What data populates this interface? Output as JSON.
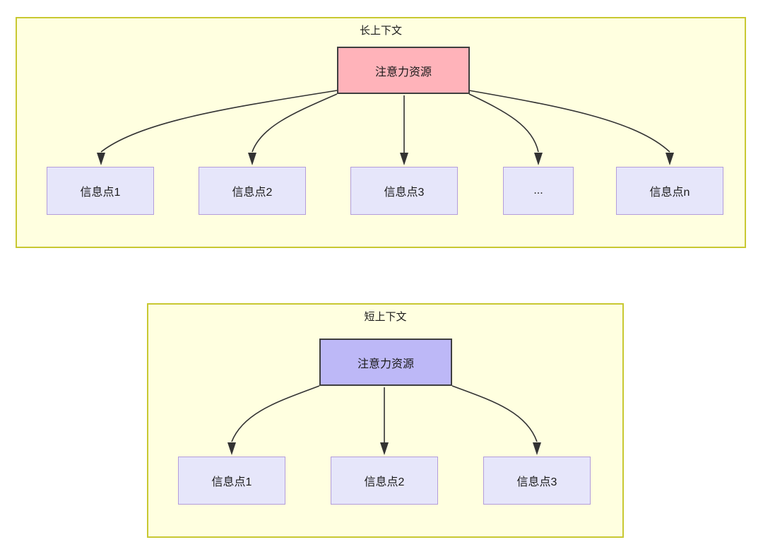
{
  "diagram": {
    "title": "",
    "colors": {
      "group_fill": "#FFFFE0",
      "group_border": "#C8C832",
      "root_long_fill": "#FFB3BA",
      "root_short_fill": "#BDB8F7",
      "root_border": "#3F3F3F",
      "leaf_fill": "#E6E6FA",
      "leaf_border": "#B39DDB",
      "edge_stroke": "#333333"
    },
    "groups": [
      {
        "id": "long-context",
        "title": "长上下文",
        "root": {
          "label": "注意力资源"
        },
        "leaves": [
          {
            "label": "信息点1"
          },
          {
            "label": "信息点2"
          },
          {
            "label": "信息点3"
          },
          {
            "label": "..."
          },
          {
            "label": "信息点n"
          }
        ]
      },
      {
        "id": "short-context",
        "title": "短上下文",
        "root": {
          "label": "注意力资源"
        },
        "leaves": [
          {
            "label": "信息点1"
          },
          {
            "label": "信息点2"
          },
          {
            "label": "信息点3"
          }
        ]
      }
    ]
  }
}
